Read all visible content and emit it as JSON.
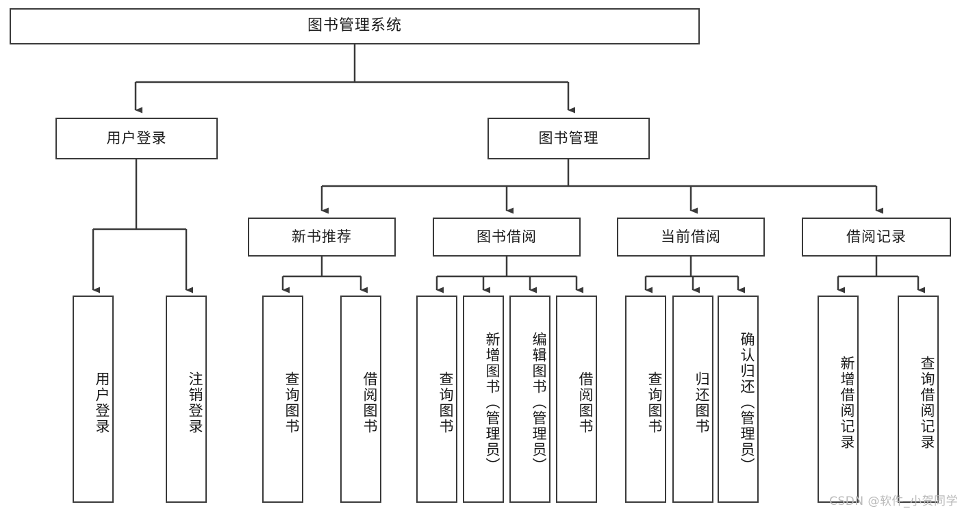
{
  "diagram": {
    "title": "图书管理系统",
    "type": "tree",
    "root": {
      "label": "图书管理系统"
    },
    "level1": [
      {
        "label": "用户登录"
      },
      {
        "label": "图书管理"
      }
    ],
    "level2": [
      {
        "label": "新书推荐"
      },
      {
        "label": "图书借阅"
      },
      {
        "label": "当前借阅"
      },
      {
        "label": "借阅记录"
      }
    ],
    "leaves": {
      "user_login": [
        {
          "label": "用户登录"
        },
        {
          "label": "注销登录"
        }
      ],
      "new_book_recommend": [
        {
          "label": "查询图书"
        },
        {
          "label": "借阅图书"
        }
      ],
      "book_borrow": [
        {
          "label": "查询图书"
        },
        {
          "label": "新增图书（管理员）"
        },
        {
          "label": "编辑图书（管理员）"
        },
        {
          "label": "借阅图书"
        }
      ],
      "current_borrow": [
        {
          "label": "查询图书"
        },
        {
          "label": "归还图书"
        },
        {
          "label": "确认归还（管理员）"
        }
      ],
      "borrow_record": [
        {
          "label": "新增借阅记录"
        },
        {
          "label": "查询借阅记录"
        }
      ]
    }
  },
  "watermark": {
    "text": "CSDN @软件_小贺同学"
  },
  "colors": {
    "border": "#3a3a3a",
    "background": "#ffffff",
    "text": "#1a1a1a",
    "watermark": "#b9b9b9"
  }
}
